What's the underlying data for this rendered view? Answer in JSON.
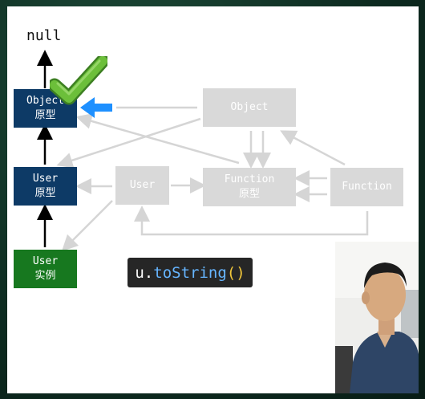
{
  "diagram": {
    "null_label": "null",
    "left_column": {
      "object_proto": {
        "line1": "Object",
        "line2": "原型"
      },
      "user_proto": {
        "line1": "User",
        "line2": "原型"
      },
      "user_instance": {
        "line1": "User",
        "line2": "实例"
      }
    },
    "gray_nodes": {
      "object": "Object",
      "user": "User",
      "function_proto": {
        "line1": "Function",
        "line2": "原型"
      },
      "function": "Function"
    },
    "code": {
      "obj": "u",
      "dot": ".",
      "method": "toString",
      "parens": "()"
    }
  },
  "colors": {
    "dark_node": "#0d3a66",
    "green_node": "#17781f",
    "gray_node": "#d9d9d9",
    "highlight_arrow": "#1e90ff",
    "checkmark": "#5fb233",
    "code_bg": "#262626"
  },
  "icons": [
    "checkmark-icon",
    "blue-pointer-arrow-icon"
  ]
}
